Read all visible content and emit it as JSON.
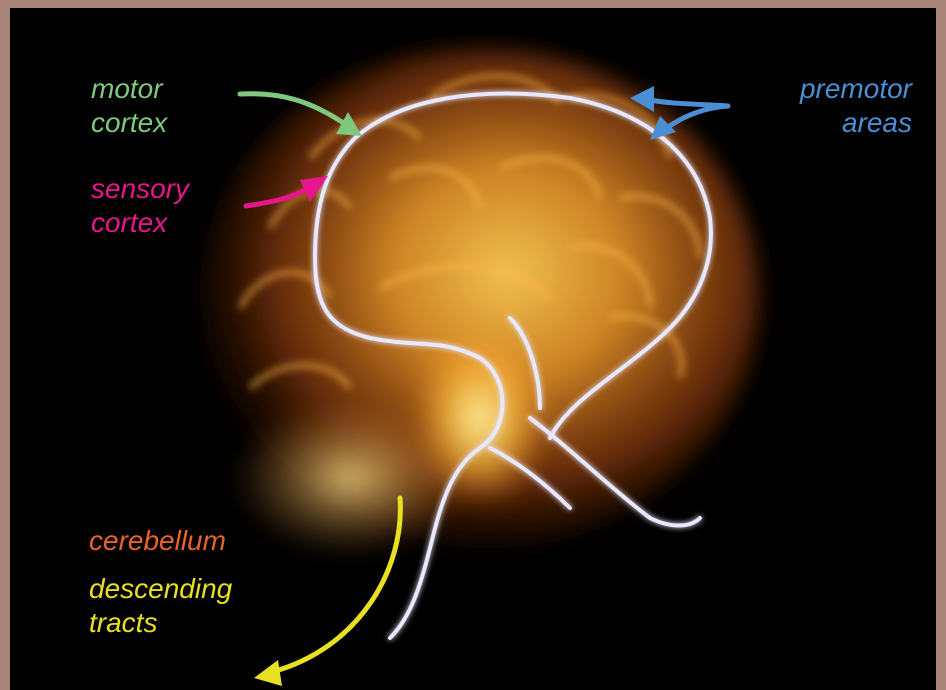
{
  "labels": {
    "motor": [
      "motor",
      "cortex"
    ],
    "sensory": [
      "sensory",
      "cortex"
    ],
    "premotor": [
      "premotor",
      "areas"
    ],
    "cerebellum": "cerebellum",
    "descending": [
      "descending",
      "tracts"
    ]
  },
  "colors": {
    "background": "#000000",
    "frame": "#a88479",
    "motor": "#7fc97f",
    "sensory": "#e8168c",
    "premotor": "#4a8fd4",
    "cerebellum": "#e8632a",
    "descending": "#e8e020"
  },
  "icons": {
    "motor_arrow": "arrow-right-icon",
    "sensory_arrow": "arrow-up-right-icon",
    "premotor_arrow": "double-arrow-left-icon",
    "descending_arrow": "arrow-down-left-icon"
  }
}
